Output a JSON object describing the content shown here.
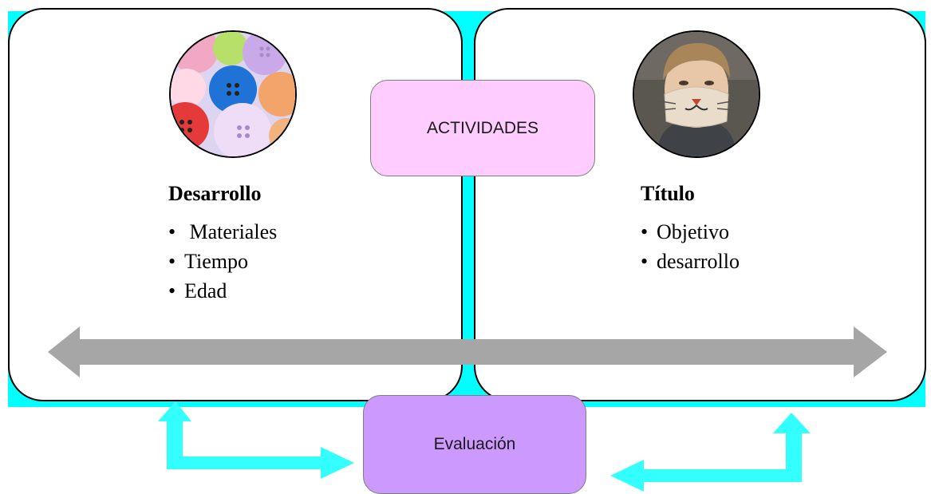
{
  "center_box": {
    "label": "ACTIVIDADES"
  },
  "bottom_box": {
    "label": "Evaluación"
  },
  "left_panel": {
    "heading": "Desarrollo",
    "items": [
      " Materiales",
      "Tiempo",
      "Edad"
    ]
  },
  "right_panel": {
    "heading": "Título",
    "items": [
      "Objetivo",
      "desarrollo"
    ]
  },
  "colors": {
    "background_band": "#00ffff",
    "center_box_fill": "#ffccff",
    "bottom_box_fill": "#cc99ff",
    "double_arrow": "#a6a6a6",
    "side_arrows": "#33ffff"
  }
}
